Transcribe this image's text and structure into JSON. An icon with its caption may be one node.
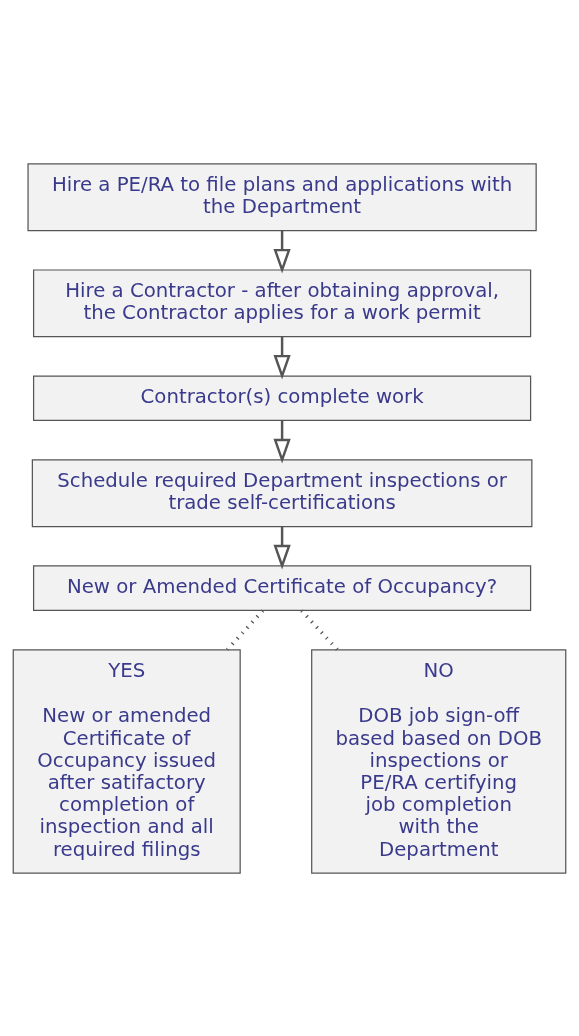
{
  "diagram": {
    "nodes": [
      {
        "text": [
          "Hire a PE/RA to file plans and applications with the Department"
        ]
      },
      {
        "text": [
          "Hire a Contractor - after obtaining approval, the Contractor applies for a work permit"
        ]
      },
      {
        "text": [
          "Contractor(s) complete work"
        ]
      },
      {
        "text": [
          "Schedule required Department inspections or trade self-certifications"
        ]
      },
      {
        "text": [
          "New or Amended Certificate of Occupancy?"
        ]
      },
      {
        "text": [
          "YES",
          "New or amended Certificate of Occupancy issued after satifactory completion of inspection and all required filings"
        ]
      },
      {
        "text": [
          "NO",
          "DOB job sign-off based based on DOB inspections or PE/RA certifying job completion with the Department"
        ]
      }
    ],
    "edges": [
      {
        "from": 0,
        "to": 1,
        "arrow": "to"
      },
      {
        "from": 1,
        "to": 2,
        "arrow": "to"
      },
      {
        "from": 2,
        "to": 3,
        "arrow": "to"
      },
      {
        "from": 3,
        "to": 4,
        "arrow": "to"
      },
      {
        "from": 4,
        "to": 5,
        "arrow": "none",
        "style": "dashed"
      },
      {
        "from": 4,
        "to": 6,
        "arrow": "none",
        "style": "dashed"
      }
    ]
  }
}
